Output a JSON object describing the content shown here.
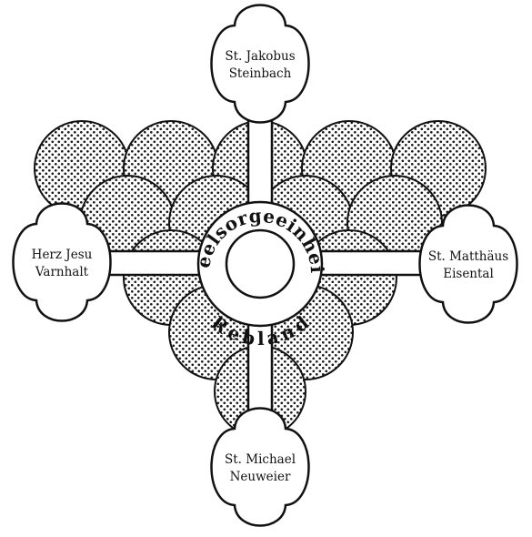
{
  "center": {
    "line1": "Seelsorgeeinheit",
    "line2": "Rebland"
  },
  "parishes": {
    "north": {
      "line1": "St. Jakobus",
      "line2": "Steinbach"
    },
    "west": {
      "line1": "Herz Jesu",
      "line2": "Varnhalt"
    },
    "east": {
      "line1": "St. Matthäus",
      "line2": "Eisental"
    },
    "south": {
      "line1": "St. Michael",
      "line2": "Neuweier"
    }
  },
  "colors": {
    "ink": "#111111",
    "paper": "#ffffff",
    "dots": "#1a1a1a"
  },
  "pattern": "dotted-grapes"
}
